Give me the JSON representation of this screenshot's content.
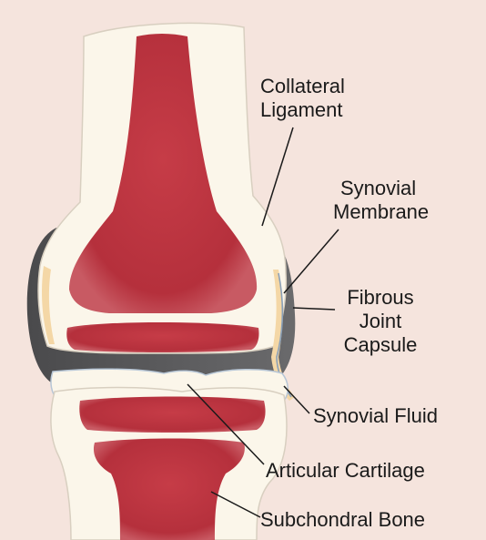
{
  "diagram": {
    "colors": {
      "background": "#f5e4dd",
      "bone": "#fbf6ea",
      "marrow": "#b9343f",
      "capsule": "#58585a",
      "fluid": "#f4d7a6"
    },
    "labels": {
      "collateral_ligament": [
        "Collateral",
        "Ligament"
      ],
      "synovial_membrane": [
        "Synovial",
        "Membrane"
      ],
      "fibrous_joint_capsule": [
        "Fibrous",
        "Joint",
        "Capsule"
      ],
      "synovial_fluid": "Synovial Fluid",
      "articular_cartilage": "Articular Cartilage",
      "subchondral_bone": "Subchondral Bone"
    }
  }
}
